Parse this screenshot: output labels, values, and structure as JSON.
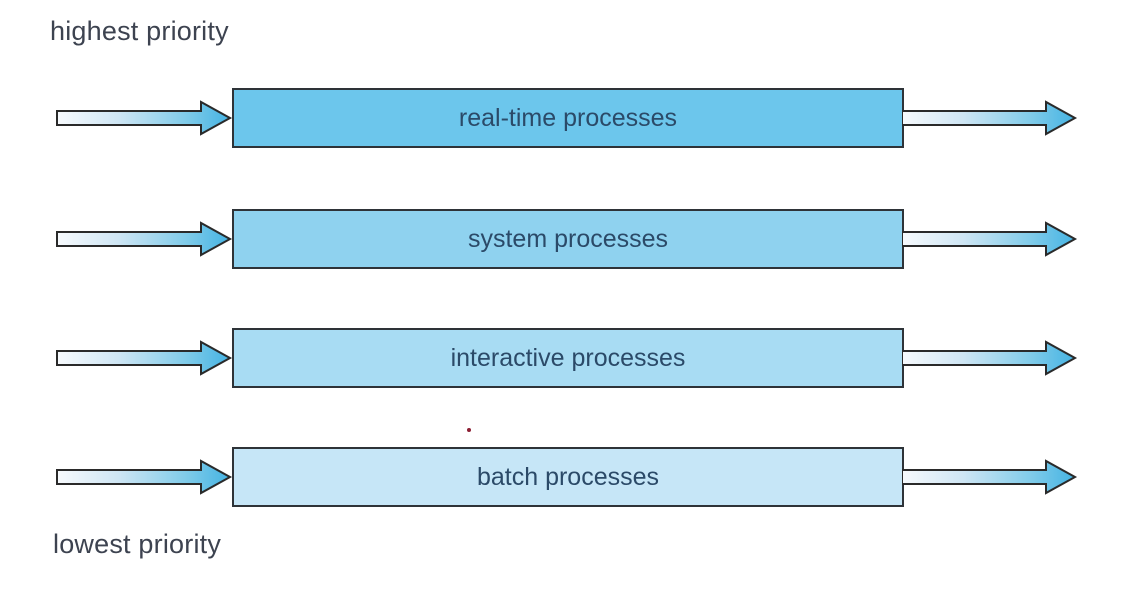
{
  "diagram": {
    "top_label": "highest priority",
    "bottom_label": "lowest priority",
    "queues": [
      {
        "label": "real-time processes",
        "fill": "#6cc6ec"
      },
      {
        "label": "system processes",
        "fill": "#8fd2ef"
      },
      {
        "label": "interactive processes",
        "fill": "#a8dcf3"
      },
      {
        "label": "batch processes",
        "fill": "#c6e6f7"
      }
    ],
    "colors": {
      "box_border": "#2e3338",
      "box_text": "#2b4a68",
      "label_text": "#3d4350",
      "arrow_outline": "#2a2a2a",
      "arrow_gradient": [
        "#f7fafd",
        "#cfe6f4",
        "#7fcbe9",
        "#45b3e3"
      ],
      "artifact_dot": "#8c1f33",
      "background": "#ffffff"
    }
  }
}
